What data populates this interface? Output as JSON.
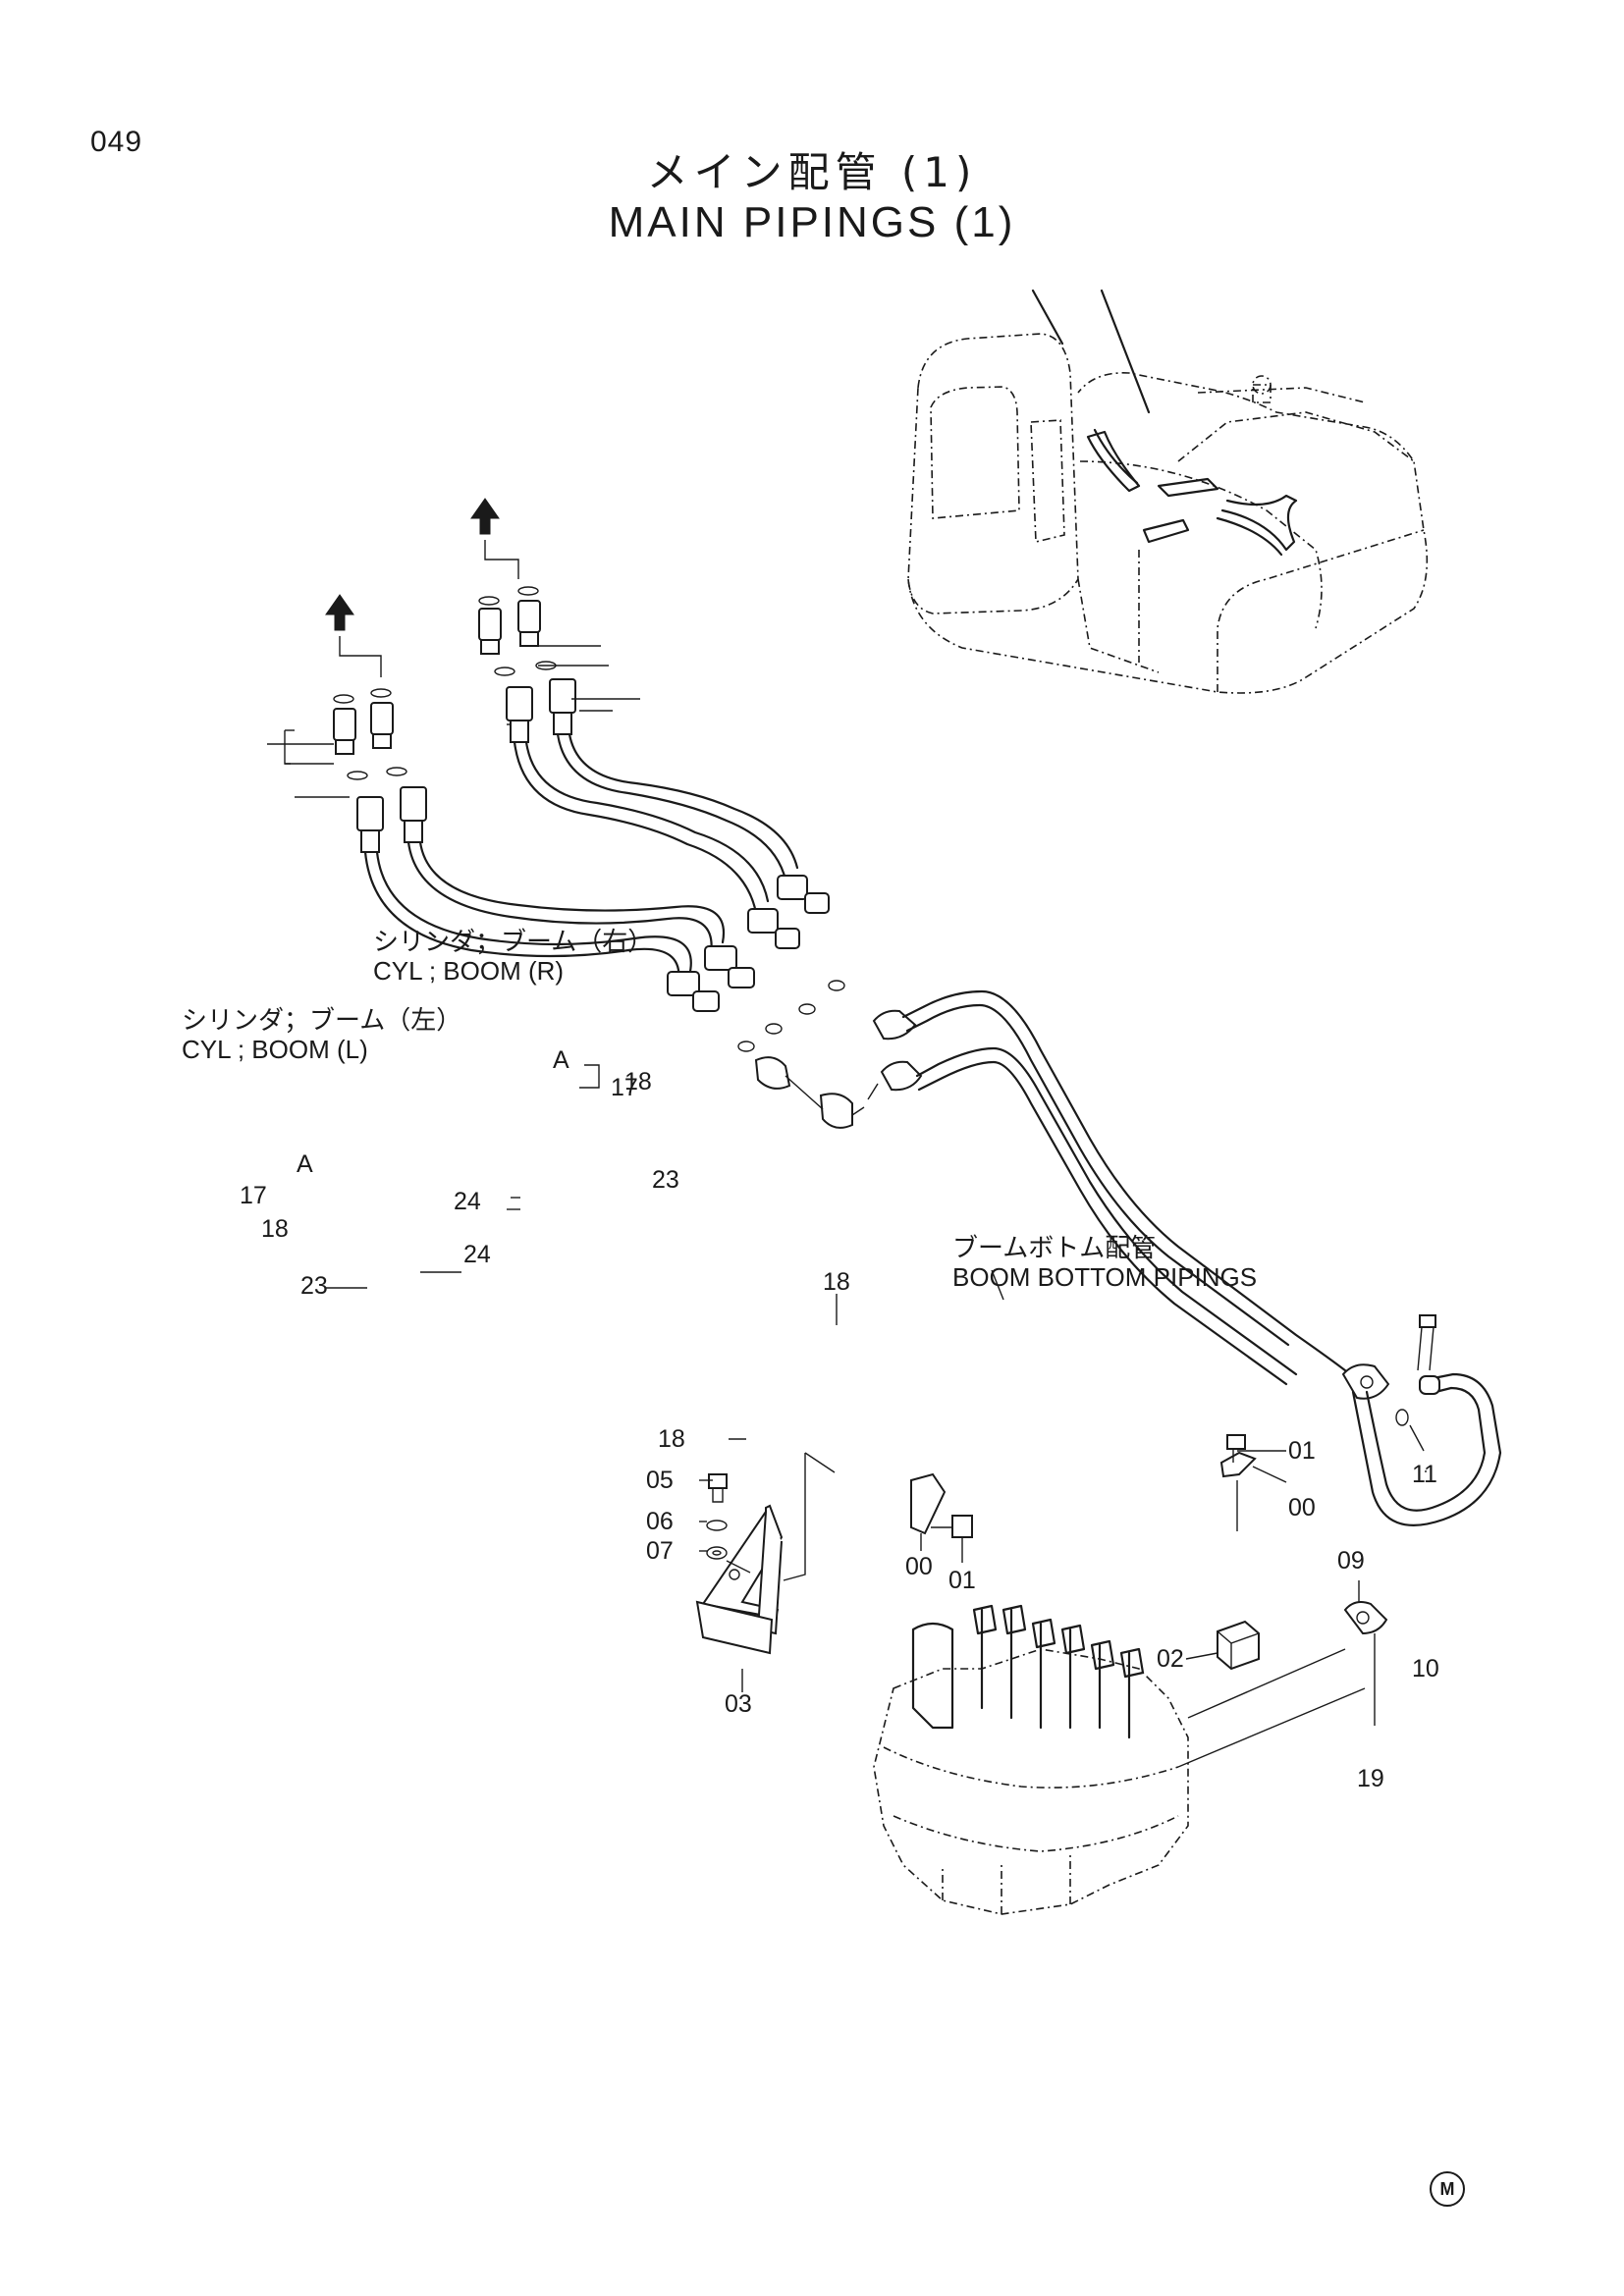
{
  "page_number": "049",
  "title_jp": "メイン配管 (1)",
  "title_en": "MAIN PIPINGS (1)",
  "callouts": {
    "boom_r_jp": "シリンダ；ブーム（右）",
    "boom_r_en": "CYL ; BOOM (R)",
    "boom_l_jp": "シリンダ；ブーム（左）",
    "boom_l_en": "CYL ; BOOM (L)",
    "bottom_jp": "ブームボトム配管",
    "bottom_en": "BOOM BOTTOM PIPINGS"
  },
  "view_label": "A",
  "parts": [
    "17",
    "18",
    "23",
    "24",
    "17",
    "18",
    "24",
    "23",
    "18",
    "18",
    "05",
    "06",
    "07",
    "03",
    "00",
    "01",
    "01",
    "00",
    "02",
    "11",
    "09",
    "10",
    "19"
  ],
  "maker_mark": "M"
}
